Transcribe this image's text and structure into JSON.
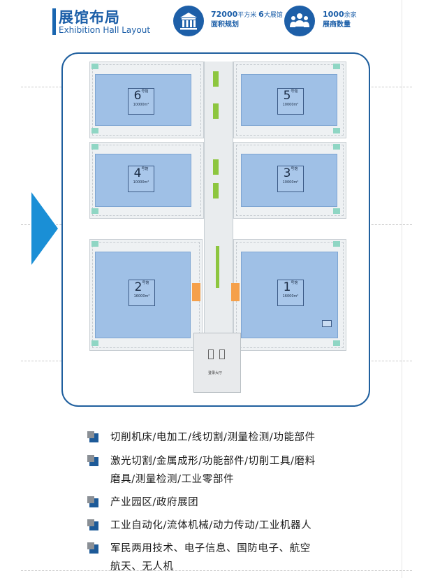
{
  "header": {
    "title_cn": "展馆布局",
    "title_en": "Exhibition Hall Layout",
    "stat1_value": "72000",
    "stat1_unit": "平方米",
    "stat1_count": "6",
    "stat1_suffix": "大展馆",
    "stat1_label": "面积规划",
    "stat2_value": "1000",
    "stat2_suffix": "余家",
    "stat2_label": "展商数量",
    "icon1": "building-columns-icon",
    "icon2": "people-group-icon"
  },
  "map": {
    "halls": [
      {
        "num": "6",
        "unit": "号馆",
        "area": "10000m²"
      },
      {
        "num": "5",
        "unit": "号馆",
        "area": "10000m²"
      },
      {
        "num": "4",
        "unit": "号馆",
        "area": "10000m²"
      },
      {
        "num": "3",
        "unit": "号馆",
        "area": "10000m²"
      },
      {
        "num": "2",
        "unit": "号馆",
        "area": "16000m²"
      },
      {
        "num": "1",
        "unit": "号馆",
        "area": "16000m²"
      }
    ],
    "lobby_label": "登录大厅"
  },
  "legend": [
    {
      "text": "切削机床/电加工/线切割/测量检测/功能部件"
    },
    {
      "text": "激光切割/金属成形/功能部件/切削工具/磨料",
      "text2": "磨具/测量检测/工业零部件"
    },
    {
      "text": "产业园区/政府展团"
    },
    {
      "text": "工业自动化/流体机械/动力传动/工业机器人"
    },
    {
      "text": "军民两用技术、电子信息、国防电子、航空",
      "text2": "航天、无人机"
    }
  ],
  "colors": {
    "brand": "#1b5ea8",
    "hall": "#9fc0e6",
    "green": "#8dc63f",
    "orange": "#f5a04a",
    "arrow": "#1a8fd6"
  }
}
